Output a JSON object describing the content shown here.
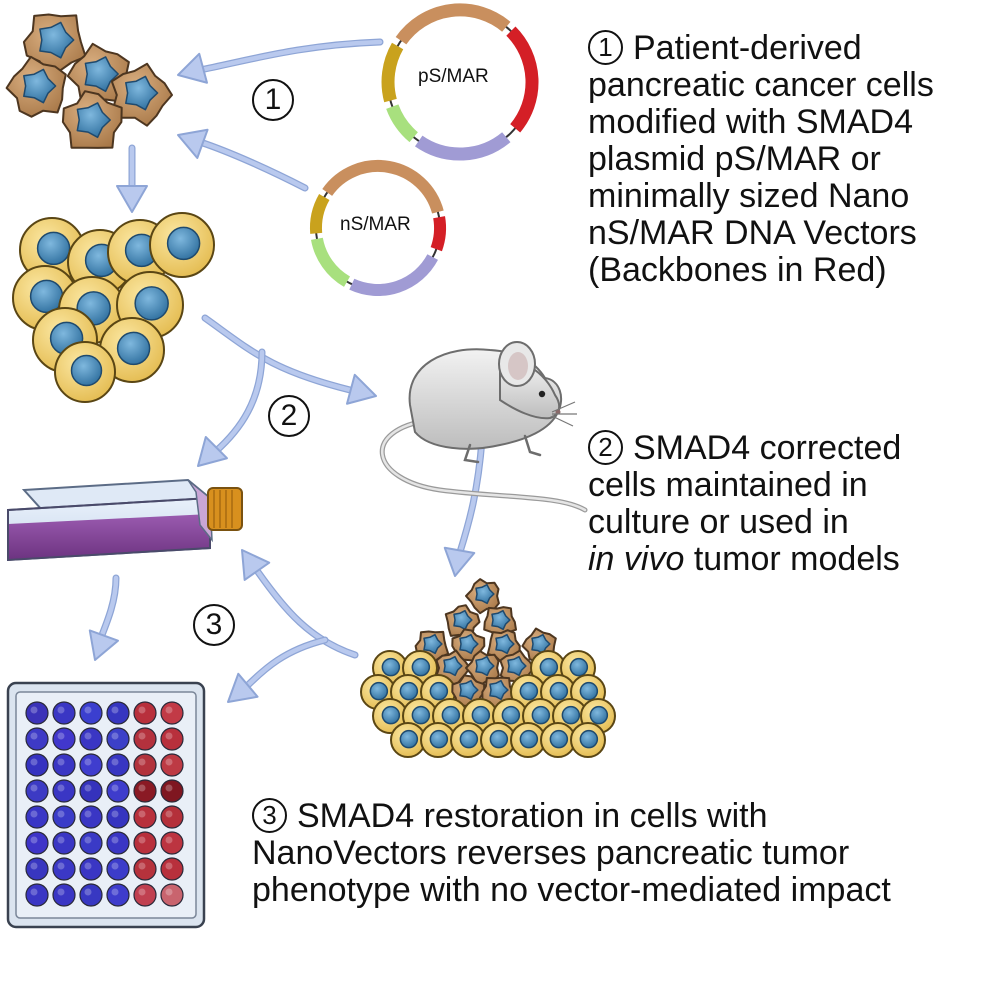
{
  "plasmids": {
    "large": {
      "label": "pS/MAR"
    },
    "small": {
      "label": "nS/MAR"
    }
  },
  "step_badges": [
    "1",
    "2",
    "3"
  ],
  "captions": {
    "step1": {
      "number": "1",
      "lines": [
        "Patient-derived",
        "pancreatic cancer cells",
        "modified with SMAD4",
        "plasmid pS/MAR or",
        "minimally sized Nano",
        "nS/MAR DNA Vectors",
        "(Backbones in Red)"
      ]
    },
    "step2": {
      "number": "2",
      "lines": [
        "SMAD4 corrected",
        "cells maintained in",
        "culture or used in"
      ],
      "last_line_italic": "in vivo",
      "last_line_rest": " tumor models"
    },
    "step3": {
      "number": "3",
      "lines": [
        "SMAD4 restoration in cells with",
        "NanoVectors reverses pancreatic tumor",
        "phenotype with no vector-mediated impact"
      ]
    }
  },
  "colors": {
    "arrow": "#b9c9ee",
    "arrow_stroke": "#8ea5d6",
    "backbone": "#d41f26",
    "segment_brown": "#c98f5e",
    "segment_gold": "#c9a21d",
    "segment_green": "#a8e07e",
    "segment_purple": "#a09bd4",
    "cell_yellow": "#f3cf6a",
    "cell_brown": "#b88a5a",
    "nucleus_blue": "#4b8fc0",
    "flask_purple": "#8b4a9e",
    "well_blue": "#3a36c4",
    "well_red": "#b8303c"
  },
  "icons": {
    "mouse": "mouse-icon",
    "flask": "culture-flask-icon",
    "well_plate": "well-plate-icon"
  }
}
